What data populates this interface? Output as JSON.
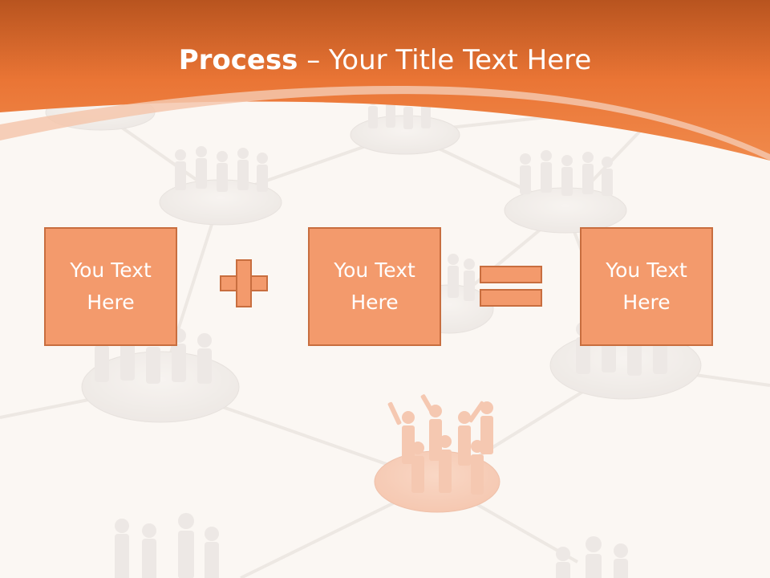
{
  "slide": {
    "title_bold": "Process",
    "title_rest": " – Your Title Text Here",
    "boxes": [
      {
        "text": "You Text Here"
      },
      {
        "text": "You Text Here"
      },
      {
        "text": "You Text Here"
      }
    ],
    "operators": [
      "plus",
      "equals"
    ]
  },
  "colors": {
    "header_orange": "#ec7a3a",
    "box_fill": "#f39a6c",
    "box_border": "#c86e3f",
    "background": "#faf5f1"
  },
  "icons": [
    "plus-sign-icon",
    "equals-sign-icon",
    "people-network-illustration"
  ]
}
